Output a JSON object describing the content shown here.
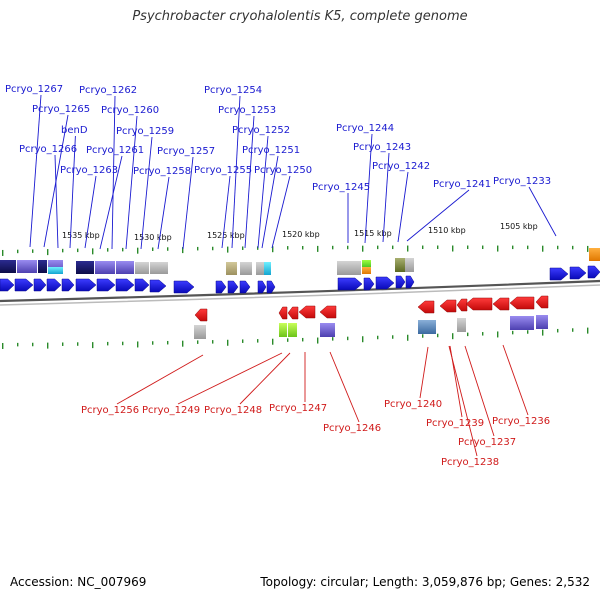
{
  "title": "Psychrobacter cryohalolentis K5, complete genome",
  "footer": {
    "accession": "Accession: NC_007969",
    "stats": "Topology: circular; Length: 3,059,876 bp; Genes: 2,532"
  },
  "colors": {
    "forward": "#1414e6",
    "reverse": "#e61414",
    "label_forward": "#1a1ad0",
    "label_reverse": "#d01a1a",
    "tick": "#2a8a2a",
    "backbone": "#777777"
  },
  "kbp_labels": [
    "1535 kbp",
    "1530 kbp",
    "1525 kbp",
    "1520 kbp",
    "1515 kbp",
    "1510 kbp",
    "1505 kbp"
  ],
  "top_labels": [
    "Pcryo_1267",
    "Pcryo_1265",
    "Pcryo_1266",
    "benD",
    "Pcryo_1263",
    "Pcryo_1262",
    "Pcryo_1260",
    "Pcryo_1261",
    "Pcryo_1259",
    "Pcryo_1258",
    "Pcryo_1257",
    "Pcryo_1254",
    "Pcryo_1253",
    "Pcryo_1252",
    "Pcryo_1255",
    "Pcryo_1251",
    "Pcryo_1250",
    "Pcryo_1244",
    "Pcryo_1243",
    "Pcryo_1245",
    "Pcryo_1242",
    "Pcryo_1241",
    "Pcryo_1233"
  ],
  "bottom_labels": [
    "Pcryo_1256",
    "Pcryo_1249",
    "Pcryo_1248",
    "Pcryo_1247",
    "Pcryo_1246",
    "Pcryo_1240",
    "Pcryo_1239",
    "Pcryo_1237",
    "Pcryo_1238",
    "Pcryo_1236"
  ]
}
